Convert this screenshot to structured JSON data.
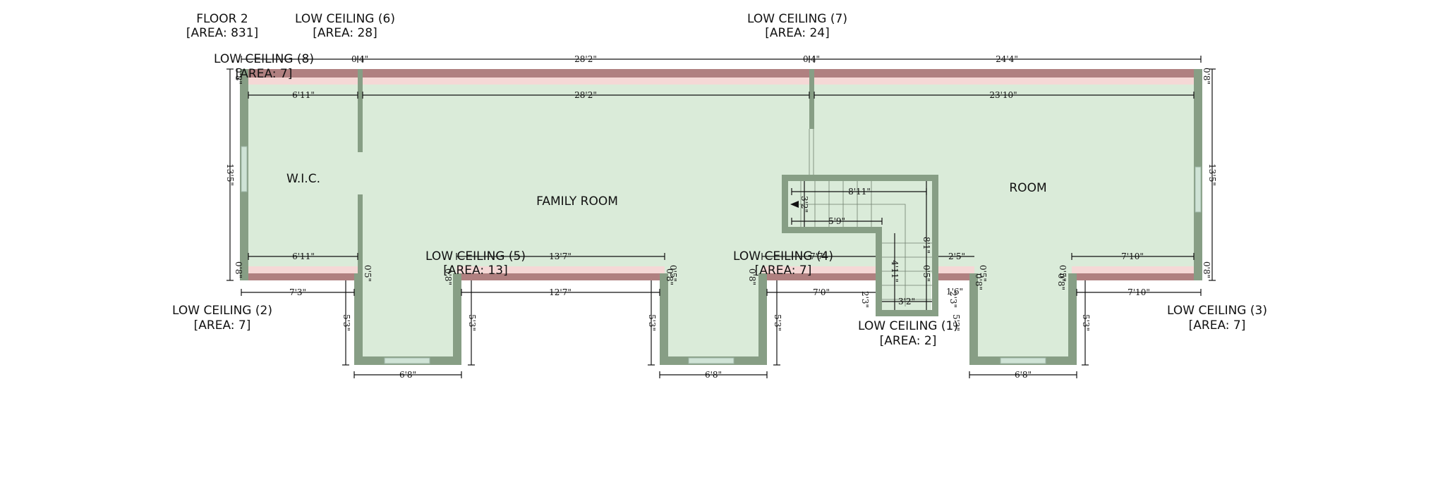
{
  "floor": {
    "name": "FLOOR 2",
    "area": "[AREA: 831]"
  },
  "rooms": {
    "wic": "W.I.C.",
    "family": "FAMILY ROOM",
    "room": "ROOM"
  },
  "low_ceilings": {
    "lc1": {
      "name": "LOW CEILING (1)",
      "area": "[AREA: 2]"
    },
    "lc2": {
      "name": "LOW CEILING (2)",
      "area": "[AREA: 7]"
    },
    "lc3": {
      "name": "LOW CEILING (3)",
      "area": "[AREA: 7]"
    },
    "lc4": {
      "name": "LOW CEILING (4)",
      "area": "[AREA: 7]"
    },
    "lc5": {
      "name": "LOW CEILING (5)",
      "area": "[AREA: 13]"
    },
    "lc6": {
      "name": "LOW CEILING (6)",
      "area": "[AREA: 28]"
    },
    "lc7": {
      "name": "LOW CEILING (7)",
      "area": "[AREA: 24]"
    },
    "lc8": {
      "name": "LOW CEILING (8)",
      "area": "[AREA: 7]"
    }
  },
  "dimensions": {
    "top_28_2": "28'2\"",
    "top_24_4": "24'4\"",
    "top_0_4a": "0'4\"",
    "top_0_4b": "0'4\"",
    "in_6_11_top": "6'11\"",
    "in_28_2": "28'2\"",
    "in_23_10": "23'10\"",
    "left_13_5": "13'5\"",
    "right_13_5": "13'5\"",
    "in_6_11_bot": "6'11\"",
    "in_13_7": "13'7\"",
    "in_7_7": "7'7\"",
    "in_2_5": "2'5\"",
    "in_7_10": "7'10\"",
    "b_7_3": "7'3\"",
    "b_12_7": "12'7\"",
    "b_7_0": "7'0\"",
    "b_7_10": "7'10\"",
    "bay_6_8a": "6'8\"",
    "bay_6_8b": "6'8\"",
    "bay_6_8c": "6'8\"",
    "bay_5_3a": "5'3\"",
    "bay_5_3b": "5'3\"",
    "bay_5_3c": "5'3\"",
    "bay_5_3d": "5'3\"",
    "bay_5_3e": "5'3\"",
    "stair_8_11": "8'11\"",
    "stair_5_9": "5'9\"",
    "stair_3_2v": "3'2\"",
    "stair_8_1": "8'1\"",
    "stair_4_11": "4'11\"",
    "stair_3_2h": "3'2\"",
    "stair_2_3": "2'3\"",
    "stair_1_6": "1'6\"",
    "stair_2_3b": "2'3\"",
    "small_0_5a": "0'5\"",
    "small_0_5b": "0'5\"",
    "small_0_5c": "0'5\"",
    "small_0_5d": "0'5\"",
    "small_0_5e": "0'5\"",
    "small_0_8a": "0'8\"",
    "small_0_8b": "0'8\"",
    "small_0_8c": "0'8\"",
    "small_0_8d": "0'8\"",
    "small_0_8e": "0'8\"",
    "small_0_8f": "0'8\"",
    "small_0_8g": "0'8\"",
    "small_0_8h": "0'8\"",
    "small_0_8i": "0'8\""
  },
  "colors": {
    "wall": "#879e85",
    "floor": "#daebd9",
    "low_ceiling_dark": "#b08080",
    "low_ceiling_light": "#f5d8d6"
  }
}
